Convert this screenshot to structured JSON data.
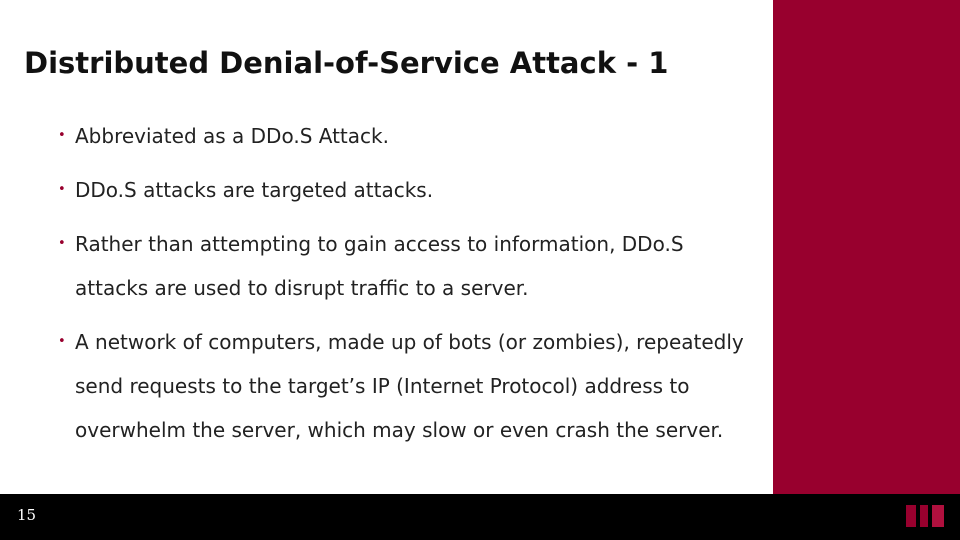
{
  "slide": {
    "title": "Distributed Denial-of-Service Attack - 1",
    "bullets": [
      "Abbreviated as a DDo.S Attack.",
      "DDo.S attacks are targeted attacks.",
      "Rather than attempting to gain access to information, DDo.S attacks are used to disrupt traffic to a server.",
      "A network of computers, made up of bots (or zombies), repeatedly send requests to the target’s IP (Internet Protocol) address to overwhelm the server, which may slow or even crash the server."
    ]
  },
  "footer": {
    "page_number": "15"
  },
  "colors": {
    "accent": "#98002e",
    "footer_background": "#000000",
    "background": "#ffffff"
  }
}
